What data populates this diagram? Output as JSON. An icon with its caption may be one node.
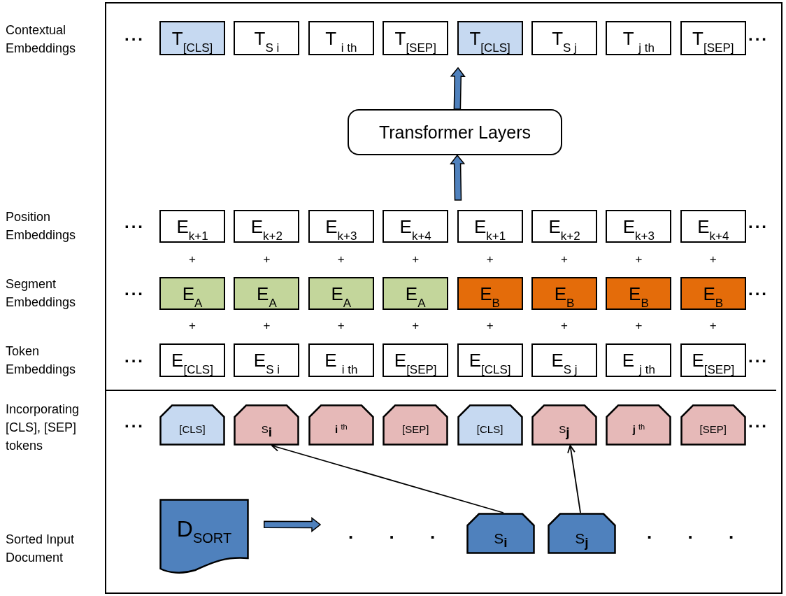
{
  "diagram": {
    "nodes": [
      {
        "text": [
          "T$_{[CLS]}$"
        ]
      },
      {
        "text": [
          "T$_{S i}$"
        ]
      },
      {
        "text": [
          "T $_{i th}$"
        ]
      },
      {
        "text": [
          "T$_{[SEP]}$"
        ]
      },
      {
        "text": [
          "T$_{[CLS]}$"
        ]
      },
      {
        "text": [
          "T$_{S j}$"
        ]
      },
      {
        "text": [
          "T $_{j th}$"
        ]
      },
      {
        "text": [
          "T$_{[SEP]}$"
        ]
      },
      {
        "text": [
          "Transformer Layers"
        ]
      },
      {
        "text": [
          "E$_{k+1}$"
        ]
      },
      {
        "text": [
          "E$_{k+2}$"
        ]
      },
      {
        "text": [
          "E$_{k+3}$"
        ]
      },
      {
        "text": [
          "E$_{k+4}$"
        ]
      },
      {
        "text": [
          "E$_{k+1}$"
        ]
      },
      {
        "text": [
          "E$_{k+2}$"
        ]
      },
      {
        "text": [
          "E$_{k+3}$"
        ]
      },
      {
        "text": [
          "E$_{k+4}$"
        ]
      },
      {
        "text": [
          "E$_{A}$"
        ]
      },
      {
        "text": [
          "E$_{A}$"
        ]
      },
      {
        "text": [
          "E$_{A}$"
        ]
      },
      {
        "text": [
          "E$_{A}$"
        ]
      },
      {
        "text": [
          "E$_{B}$"
        ]
      },
      {
        "text": [
          "E$_{B}$"
        ]
      },
      {
        "text": [
          "E$_{B}$"
        ]
      },
      {
        "text": [
          "E$_{B}$"
        ]
      },
      {
        "text": [
          "E$_{[CLS]}$"
        ]
      },
      {
        "text": [
          "E$_{S i}$"
        ]
      },
      {
        "text": [
          "E $_{i th}$"
        ]
      },
      {
        "text": [
          "E$_{[SEP]}$"
        ]
      },
      {
        "text": [
          "E$_{[CLS]}$"
        ]
      },
      {
        "text": [
          "E$_{S j}$"
        ]
      },
      {
        "text": [
          "E $_{j th}$"
        ]
      },
      {
        "text": [
          "E$_{[SEP]}$"
        ]
      },
      {
        "text": [
          "[CLS]"
        ]
      },
      {
        "text": [
          "S$_{i}$"
        ]
      },
      {
        "text": [
          "**i** $^{th}$"
        ]
      },
      {
        "text": [
          "[SEP]"
        ]
      },
      {
        "text": [
          "[CLS]"
        ]
      },
      {
        "text": [
          "S$_{j}$"
        ]
      },
      {
        "text": [
          "**j** $^{th}$"
        ]
      },
      {
        "text": [
          "[SEP]"
        ]
      },
      {
        "text": [
          "D$_{SORT}$"
        ]
      },
      {
        "text": [
          "S$_{i}$"
        ]
      },
      {
        "text": [
          "S$_{j}$"
        ]
      }
    ],
    "edges": [
      {
        "from": 8,
        "to": null,
        "arrow": "to",
        "style": "thick"
      },
      {
        "from": null,
        "to": 8,
        "arrow": "to",
        "style": "thick"
      },
      {
        "from": 41,
        "to": null,
        "arrow": "to",
        "style": "thick"
      },
      {
        "from": 42,
        "to": 34,
        "arrow": "to"
      },
      {
        "from": 43,
        "to": 38,
        "arrow": "to"
      }
    ],
    "labels": [
      "Contextual Embeddings",
      "...",
      "...",
      "Position Embeddings",
      "...",
      "...",
      "+",
      "+",
      "+",
      "+",
      "+",
      "+",
      "+",
      "+",
      "Segment Embeddings",
      "...",
      "...",
      "+",
      "+",
      "+",
      "+",
      "+",
      "+",
      "+",
      "+",
      "Token Embeddings",
      "...",
      "...",
      "Incorporating [CLS], [SEP] tokens",
      "...",
      "...",
      "Sorted Input Document",
      ". . .",
      ". . ."
    ]
  }
}
